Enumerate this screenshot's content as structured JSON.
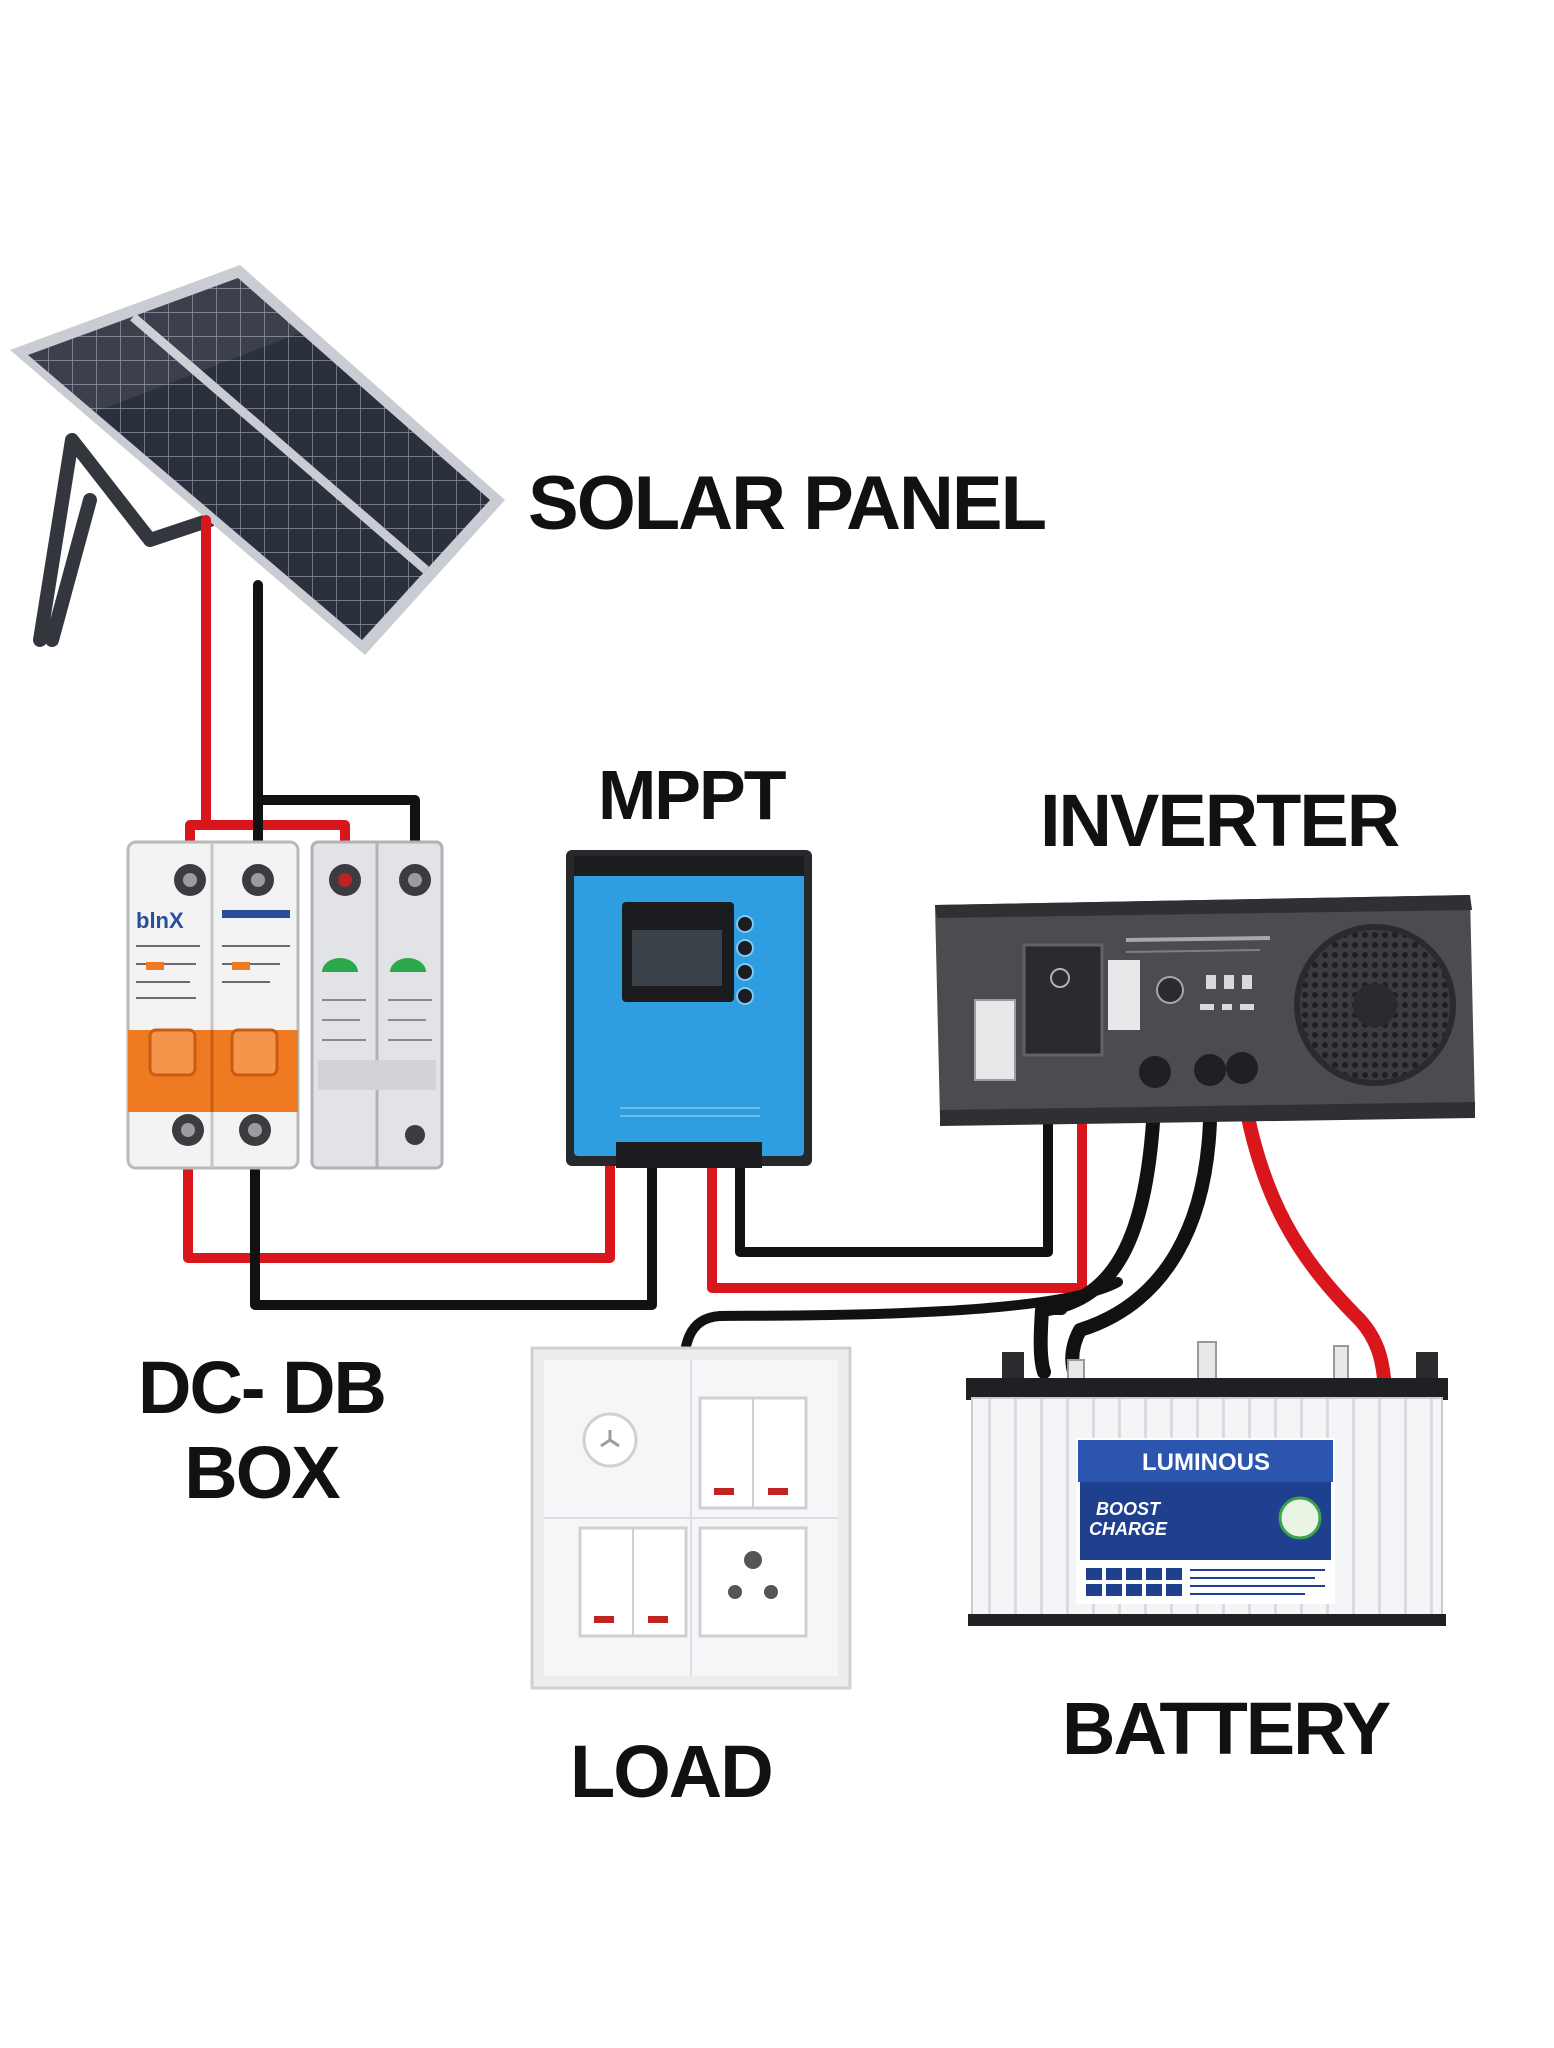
{
  "labels": {
    "solar_panel": "SOLAR PANEL",
    "mppt": "MPPT",
    "inverter": "INVERTER",
    "dc_db_line1": "DC- DB",
    "dc_db_line2": "BOX",
    "load": "LOAD",
    "battery": "BATTERY"
  },
  "device_text": {
    "breaker_brand": "blnX",
    "battery_brand": "LUMINOUS",
    "battery_model_line1": "BOOST",
    "battery_model_line2": "CHARGE"
  },
  "colors": {
    "positive_wire": "#d9161c",
    "negative_wire": "#111111",
    "mppt_body": "#2f9ee0",
    "breaker_orange": "#f07a22",
    "battery_label_blue": "#1f3f8f",
    "inverter_body": "#4a4c50",
    "solar_cells": "#2a2f3c"
  },
  "connections": [
    {
      "from": "SOLAR PANEL",
      "to": "DC- DB BOX",
      "polarity": "positive",
      "color": "red"
    },
    {
      "from": "SOLAR PANEL",
      "to": "DC- DB BOX",
      "polarity": "negative",
      "color": "black"
    },
    {
      "from": "DC- DB BOX",
      "to": "MPPT",
      "polarity": "positive",
      "color": "red"
    },
    {
      "from": "DC- DB BOX",
      "to": "MPPT",
      "polarity": "negative",
      "color": "black"
    },
    {
      "from": "MPPT",
      "to": "INVERTER",
      "polarity": "positive",
      "color": "red"
    },
    {
      "from": "MPPT",
      "to": "INVERTER",
      "polarity": "negative",
      "color": "black"
    },
    {
      "from": "INVERTER",
      "to": "BATTERY",
      "polarity": "positive",
      "color": "red"
    },
    {
      "from": "INVERTER",
      "to": "BATTERY",
      "polarity": "negative",
      "color": "black"
    },
    {
      "from": "INVERTER",
      "to": "LOAD",
      "polarity": "output",
      "color": "black"
    }
  ]
}
